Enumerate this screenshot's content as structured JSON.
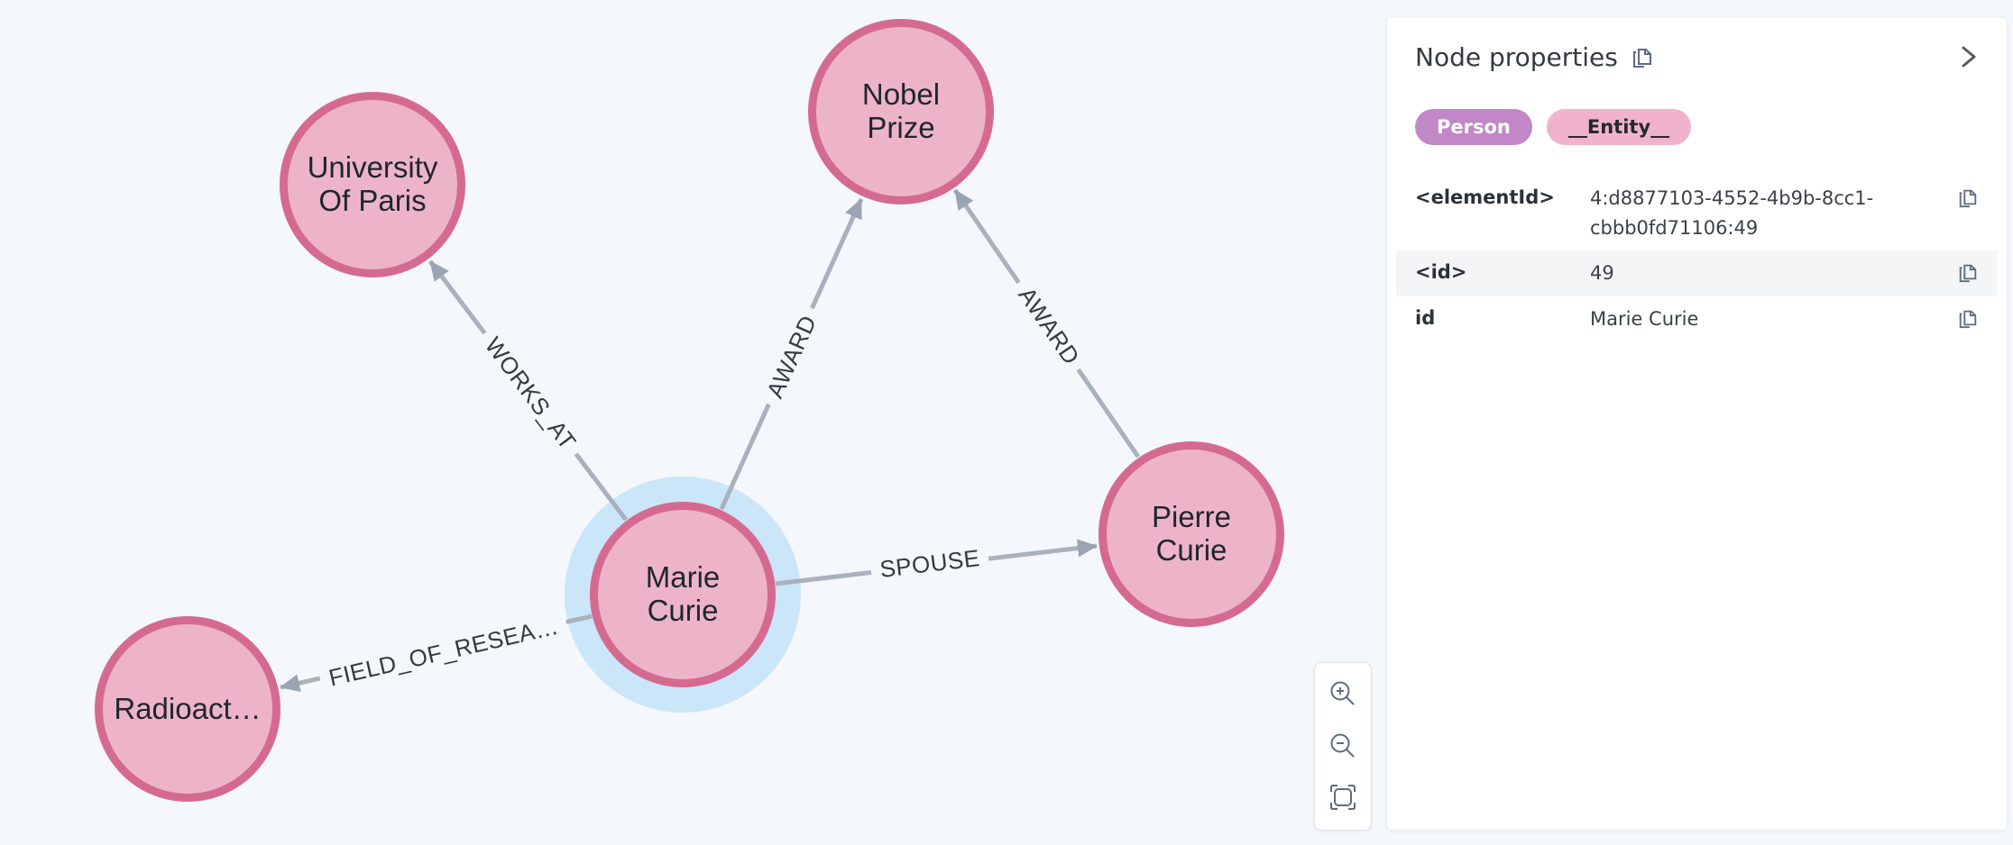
{
  "canvas": {
    "nodes": [
      {
        "label": "University Of Paris"
      },
      {
        "label": "Nobel Prize"
      },
      {
        "label": "Marie Curie",
        "selected": true
      },
      {
        "label": "Pierre Curie"
      },
      {
        "label": "Radioact…"
      }
    ],
    "edges": [
      {
        "label": "WORKS_AT",
        "from": "Marie Curie",
        "to": "University Of Paris"
      },
      {
        "label": "AWARD",
        "from": "Marie Curie",
        "to": "Nobel Prize"
      },
      {
        "label": "AWARD",
        "from": "Pierre Curie",
        "to": "Nobel Prize"
      },
      {
        "label": "SPOUSE",
        "from": "Marie Curie",
        "to": "Pierre Curie"
      },
      {
        "label": "FIELD_OF_RESEA…",
        "from": "Marie Curie",
        "to": "Radioact…"
      }
    ],
    "colors": {
      "canvas_bg": "#f4f7fb",
      "node_fill": "#edb4c9",
      "node_border": "#d56a90",
      "selection_halo": "#cbe6f8",
      "edge_line": "#a9b1bd"
    }
  },
  "zoom_toolbar": {
    "icons": [
      "zoom-in-icon",
      "zoom-out-icon",
      "fit-to-screen-icon"
    ]
  },
  "panel": {
    "title": "Node properties",
    "title_icon": "copy-icon",
    "collapse_icon": "chevron-right-icon",
    "labels": [
      "Person",
      "__Entity__"
    ],
    "label_colors": {
      "Person": "#c287c6",
      "__Entity__": "#f1b3cb"
    },
    "properties": [
      {
        "key": "<elementId>",
        "value": "4:d8877103-4552-4b9b-8cc1-cbbb0fd71106:49"
      },
      {
        "key": "<id>",
        "value": "49"
      },
      {
        "key": "id",
        "value": "Marie Curie"
      }
    ],
    "row_copy_icon": "copy-icon"
  }
}
